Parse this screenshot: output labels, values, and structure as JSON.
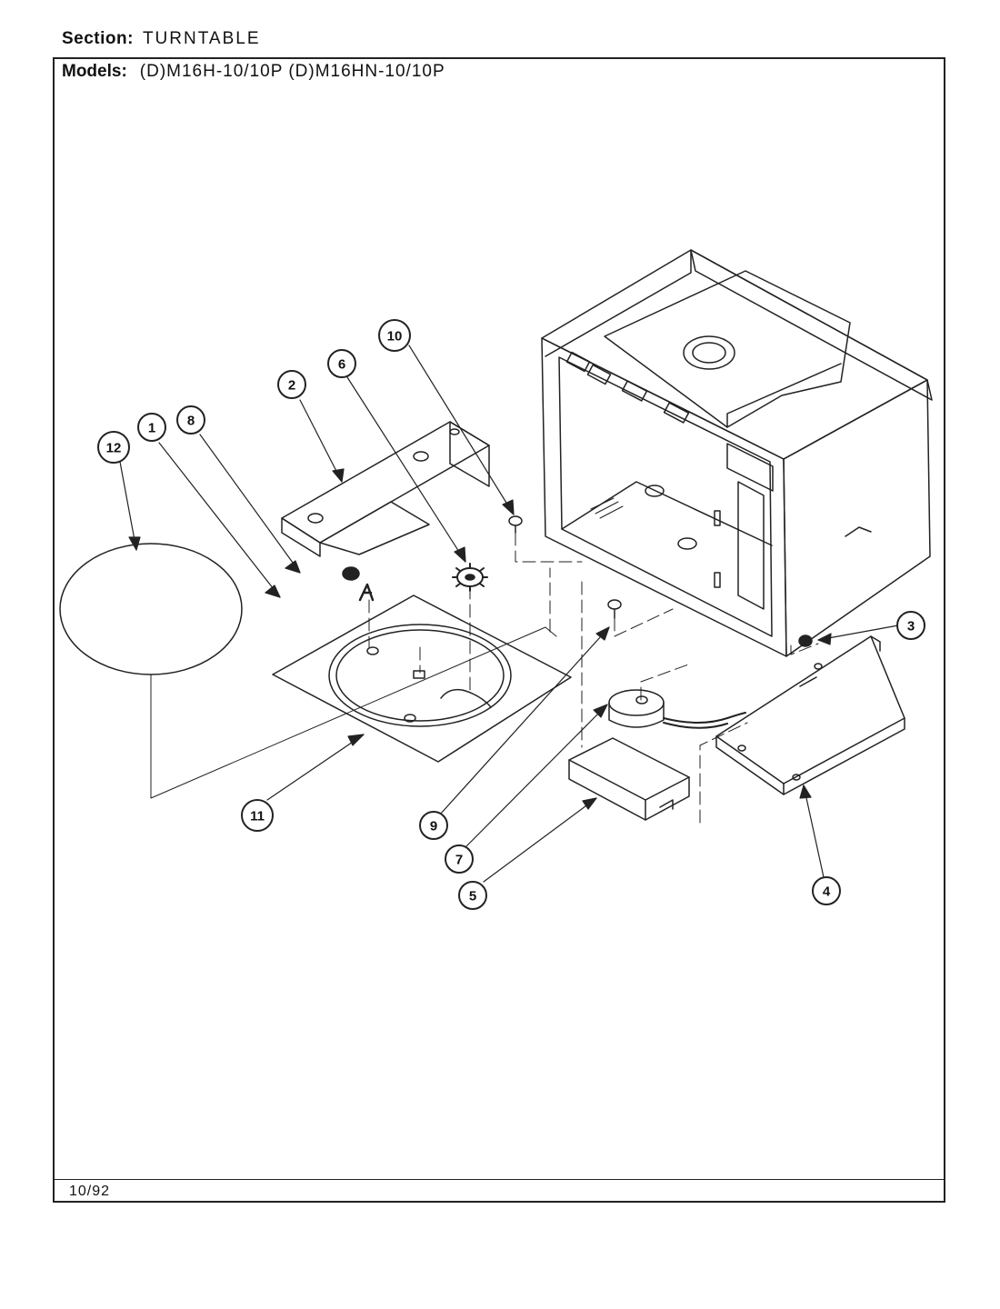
{
  "header": {
    "section_label": "Section:",
    "section_value": "TURNTABLE",
    "models_label": "Models:",
    "models_value": "(D)M16H-10/10P   (D)M16HN-10/10P"
  },
  "footer": {
    "date": "10/92"
  },
  "callouts": {
    "c1": "1",
    "c2": "2",
    "c3": "3",
    "c4": "4",
    "c5": "5",
    "c6": "6",
    "c7": "7",
    "c8": "8",
    "c9": "9",
    "c10": "10",
    "c11": "11",
    "c12": "12"
  }
}
